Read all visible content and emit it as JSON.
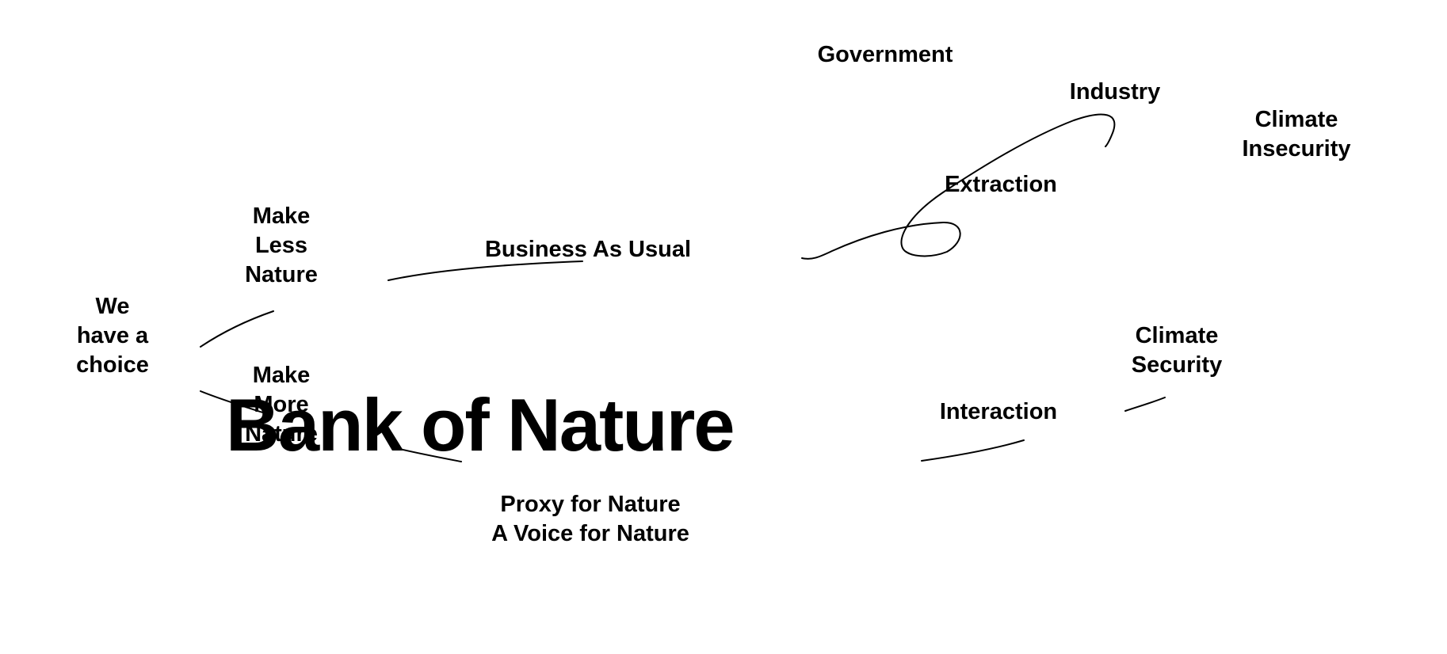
{
  "nodes": {
    "choice": [
      "We",
      "have a",
      "choice"
    ],
    "make_less": [
      "Make",
      "Less",
      "Nature"
    ],
    "make_more": [
      "Make",
      "More",
      "Nature"
    ],
    "business_as_usual": "Business As Usual",
    "bank_of_nature": "Bank of Nature",
    "proxy": [
      "Proxy for Nature",
      "A Voice for Nature"
    ],
    "government": "Government",
    "industry": "Industry",
    "extraction": "Extraction",
    "climate_insecurity": [
      "Climate",
      "Insecurity"
    ],
    "interaction": "Interaction",
    "climate_security": [
      "Climate",
      "Security"
    ]
  }
}
